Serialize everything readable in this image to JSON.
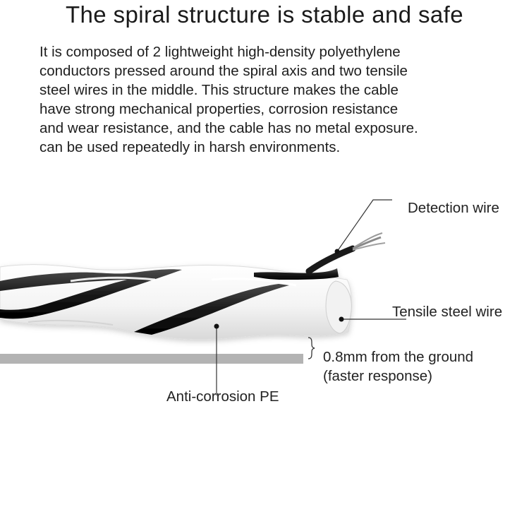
{
  "title": "The spiral structure is stable and safe",
  "description": [
    "It is composed of 2 lightweight high-density polyethylene",
    "conductors pressed around the spiral axis and two tensile",
    "steel wires in the middle. This structure makes the cable",
    "have strong mechanical properties, corrosion resistance",
    "and wear resistance, and the cable has no metal exposure.",
    " can be used repeatedly in harsh environments."
  ],
  "labels": {
    "detection_wire": "Detection wire",
    "tensile_steel_wire": "Tensile steel wire",
    "ground_distance_line1": "0.8mm from the ground",
    "ground_distance_line2": "(faster response)",
    "anti_corrosion": "Anti-corrosion PE"
  },
  "colors": {
    "cable_white": "#ffffff",
    "cable_black": "#1c1c1c",
    "ground_bar": "#b3b3b3",
    "leader_line": "#333333"
  }
}
